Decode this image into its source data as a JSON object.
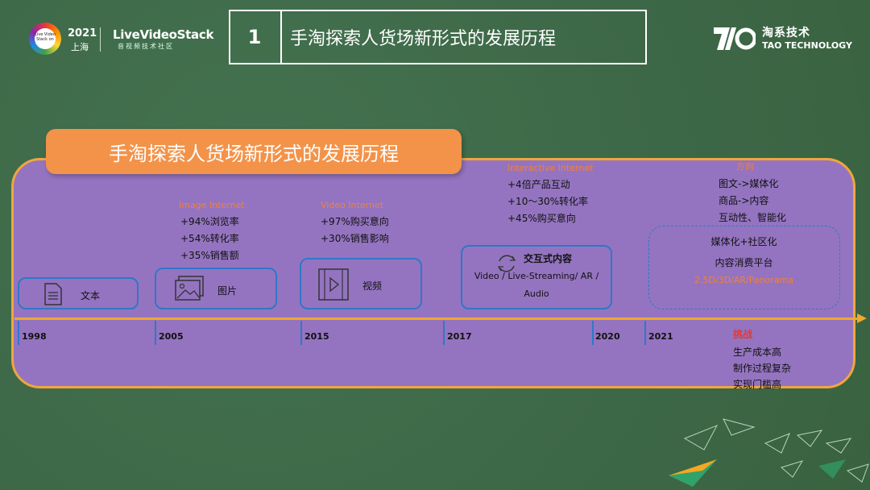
{
  "header": {
    "conf_year": "2021",
    "conf_city": "上海",
    "logo_text": "Live Video Stack on",
    "brand": "LiveVideoStack",
    "brand_sub": "音视频技术社区",
    "slide_number": "1",
    "slide_title": "手淘探索人货场新形式的发展历程",
    "tao_cn": "淘系技术",
    "tao_en": "TAO TECHNOLOGY"
  },
  "banner": "手淘探索人货场新形式的发展历程",
  "cards": {
    "text": {
      "label": "文本"
    },
    "image": {
      "label": "图片"
    },
    "video": {
      "label": "视频"
    },
    "interactive": {
      "title": "交互式内容",
      "desc1": "Video / Live-Streaming/ AR /",
      "desc2": "Audio"
    },
    "direction": {
      "line1": "媒体化+社区化",
      "line2": "内容消费平台",
      "line3": "2.5D/3D/AR/Panorama"
    }
  },
  "image_internet": {
    "title": "Image Internet",
    "stats": [
      "+94%浏览率",
      "+54%转化率",
      "+35%销售额"
    ]
  },
  "video_internet": {
    "title": "Video Internet",
    "stats": [
      "+97%购买意向",
      "+30%销售影响"
    ]
  },
  "interactive_internet": {
    "title": "Interactive Internet",
    "stats": [
      "+4倍产品互动",
      "+10～30%转化率",
      "+45%购买意向"
    ]
  },
  "direction": {
    "title": "方向",
    "items": [
      "图文->媒体化",
      "商品->内容",
      "互动性、智能化"
    ]
  },
  "challenges": {
    "title": "挑战",
    "items": [
      "生产成本高",
      "制作过程复杂",
      "实现门槛高"
    ]
  },
  "years": [
    "1998",
    "2005",
    "2015",
    "2017",
    "2020",
    "2021"
  ],
  "colors": {
    "background": "#3f6b4a",
    "panel": "#9474c0",
    "accent": "#f0a63c",
    "banner": "#f3934a",
    "card_border": "#2e78c8",
    "challenge": "#e53935"
  }
}
